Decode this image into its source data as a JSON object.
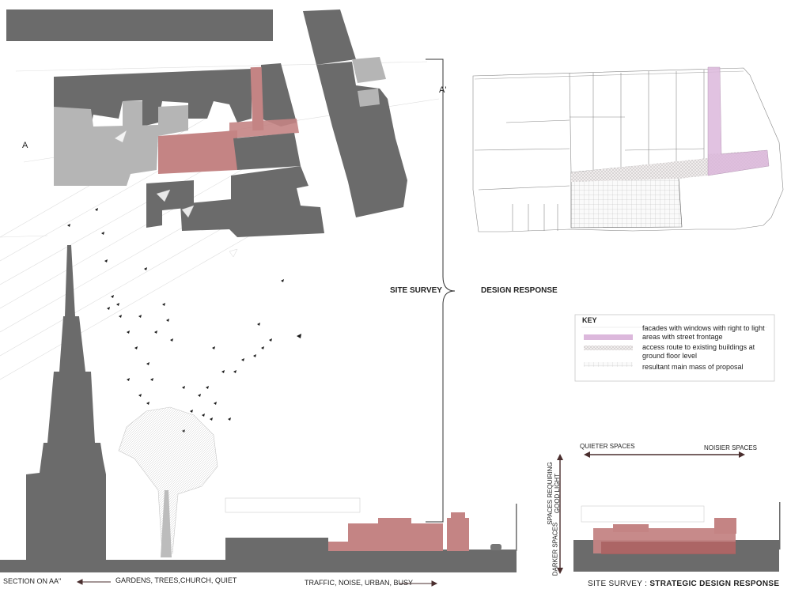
{
  "labels": {
    "section_left": "A",
    "section_right": "A'",
    "site_survey": "SITE SURVEY",
    "design_response": "DESIGN RESPONSE",
    "section_title": "SECTION ON AA\"",
    "gardens": "GARDENS, TREES,CHURCH, QUIET",
    "traffic": "TRAFFIC, NOISE, URBAN, BUSY",
    "quieter": "QUIETER SPACES",
    "noisier": "NOISIER SPACES",
    "good_light": "SPACES REQUIRING GOOD LIGHT",
    "darker": "DARKER SPACES",
    "footer_prefix": "SITE SURVEY :",
    "footer_bold": "STRATEGIC DESIGN RESPONSE"
  },
  "key": {
    "title": "KEY",
    "items": [
      {
        "text": "facades with windows with right to light areas with street frontage",
        "swatch": "solid-pink"
      },
      {
        "text": "access route to existing buildings at ground floor level",
        "swatch": "dotted"
      },
      {
        "text": "resultant main mass of proposal",
        "swatch": "grid"
      }
    ]
  },
  "colors": {
    "building_dark": "#6b6b6b",
    "building_light": "#b5b5b5",
    "proposal_red": "#c48484",
    "facade_pink": "#dcb8dc",
    "ink": "#1a1a1a"
  }
}
